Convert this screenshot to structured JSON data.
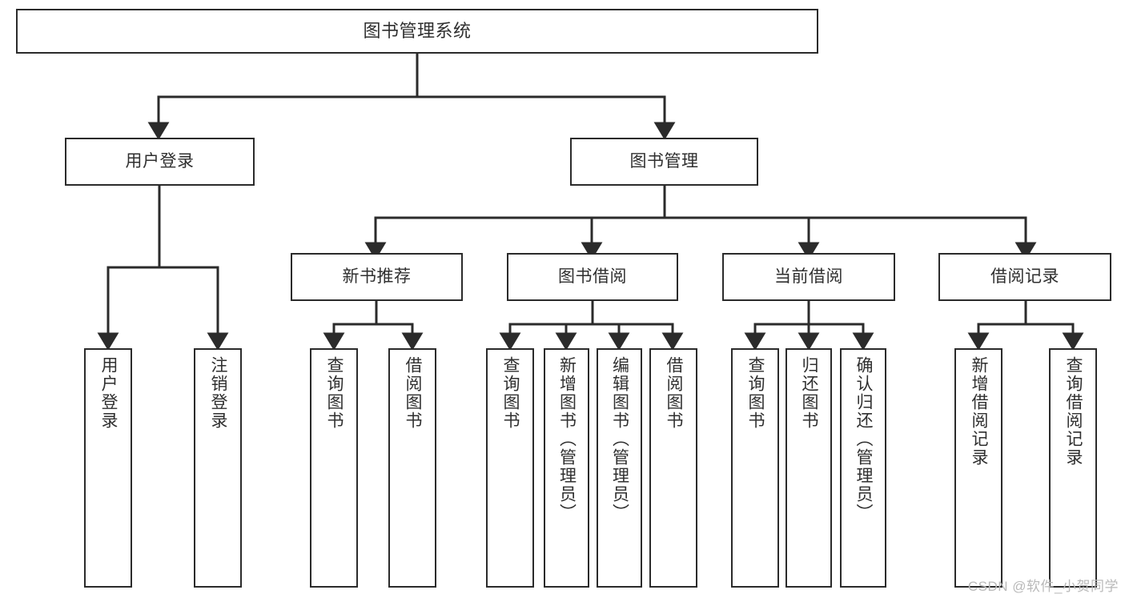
{
  "diagram": {
    "title": "图书管理系统",
    "watermark": "CSDN @软件_小贺同学",
    "colors": {
      "stroke": "#2b2b2b",
      "text": "#2f2f2f",
      "background": "#ffffff",
      "watermark": "#b9b9b9"
    },
    "root": {
      "label": "图书管理系统"
    },
    "level2": [
      {
        "label": "用户登录"
      },
      {
        "label": "图书管理"
      }
    ],
    "level3": [
      {
        "label": "新书推荐"
      },
      {
        "label": "图书借阅"
      },
      {
        "label": "当前借阅"
      },
      {
        "label": "借阅记录"
      }
    ],
    "leaves": {
      "user_login": [
        {
          "label": "用户登录"
        },
        {
          "label": "注销登录"
        }
      ],
      "new_book_recommend": [
        {
          "label": "查询图书"
        },
        {
          "label": "借阅图书"
        }
      ],
      "book_borrow": [
        {
          "label": "查询图书"
        },
        {
          "label": "新增图书（管理员）"
        },
        {
          "label": "编辑图书（管理员）"
        },
        {
          "label": "借阅图书"
        }
      ],
      "current_borrow": [
        {
          "label": "查询图书"
        },
        {
          "label": "归还图书"
        },
        {
          "label": "确认归还（管理员）"
        }
      ],
      "borrow_record": [
        {
          "label": "新增借阅记录"
        },
        {
          "label": "查询借阅记录"
        }
      ]
    }
  }
}
